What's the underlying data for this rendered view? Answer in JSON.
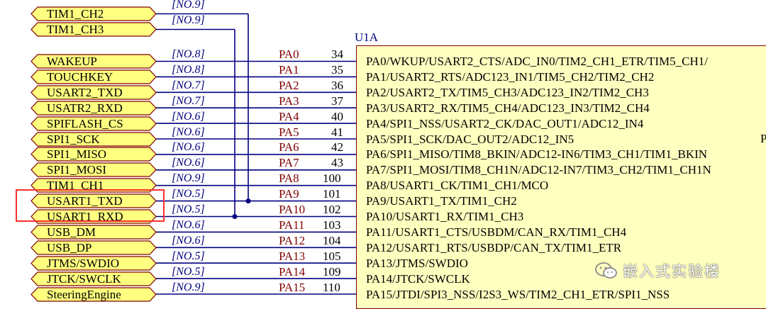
{
  "component": {
    "ref": "U1A",
    "right_edge_letter": "P"
  },
  "top_ports": [
    {
      "label": "TIM1_CH2",
      "net": "[NO.9]"
    },
    {
      "label": "TIM1_CH3",
      "net": "[NO.9]"
    }
  ],
  "pins": [
    {
      "port": "WAKEUP",
      "net": "[NO.8]",
      "pin": "PA0",
      "num": "34",
      "func": "PA0/WKUP/USART2_CTS/ADC_IN0/TIM2_CH1_ETR/TIM5_CH1/"
    },
    {
      "port": "TOUCHKEY",
      "net": "[NO.8]",
      "pin": "PA1",
      "num": "35",
      "func": "PA1/USART2_RTS/ADC123_IN1/TIM5_CH2/TIM2_CH2"
    },
    {
      "port": "USART2_TXD",
      "net": "[NO.7]",
      "pin": "PA2",
      "num": "36",
      "func": "PA2/USART2_TX/TIM5_CH3/ADC123_IN2/TIM2_CH3"
    },
    {
      "port": "USATR2_RXD",
      "net": "[NO.7]",
      "pin": "PA3",
      "num": "37",
      "func": "PA3/USART2_RX/TIM5_CH4/ADC123_IN3/TIM2_CH4"
    },
    {
      "port": "SPIFLASH_CS",
      "net": "[NO.6]",
      "pin": "PA4",
      "num": "40",
      "func": "PA4/SPI1_NSS/USART2_CK/DAC_OUT1/ADC12_IN4"
    },
    {
      "port": "SPI1_SCK",
      "net": "[NO.6]",
      "pin": "PA5",
      "num": "41",
      "func": "PA5/SPI1_SCK/DAC_OUT2/ADC12_IN5"
    },
    {
      "port": "SPI1_MISO",
      "net": "[NO.6]",
      "pin": "PA6",
      "num": "42",
      "func": "PA6/SPI1_MISO/TIM8_BKIN/ADC12-IN6/TIM3_CH1/TIM1_BKIN"
    },
    {
      "port": "SPI1_MOSI",
      "net": "[NO.6]",
      "pin": "PA7",
      "num": "43",
      "func": "PA7/SPI1_MOSI/TIM8_CH1N/ADC12-IN7/TIM3_CH2/TIM1_CH1N"
    },
    {
      "port": "TIM1_CH1",
      "net": "[NO.9]",
      "pin": "PA8",
      "num": "100",
      "func": "PA8/USART1_CK/TIM1_CH1/MCO"
    },
    {
      "port": "USART1_TXD",
      "net": "[NO.5]",
      "pin": "PA9",
      "num": "101",
      "func": "PA9/USART1_TX/TIM1_CH2"
    },
    {
      "port": "USART1_RXD",
      "net": "[NO.5]",
      "pin": "PA10",
      "num": "102",
      "func": "PA10/USART1_RX/TIM1_CH3"
    },
    {
      "port": "USB_DM",
      "net": "[NO.6]",
      "pin": "PA11",
      "num": "103",
      "func": "PA11/USART1_CTS/USBDM/CAN_RX/TIM1_CH4"
    },
    {
      "port": "USB_DP",
      "net": "[NO.6]",
      "pin": "PA12",
      "num": "104",
      "func": "PA12/USART1_RTS/USBDP/CAN_TX/TIM1_ETR"
    },
    {
      "port": "JTMS/SWDIO",
      "net": "[NO.5]",
      "pin": "PA13",
      "num": "105",
      "func": "PA13/JTMS/SWDIO"
    },
    {
      "port": "JTCK/SWCLK",
      "net": "[NO.5]",
      "pin": "PA14",
      "num": "109",
      "func": "PA14/JTCK/SWCLK"
    },
    {
      "port": "SteeringEngine",
      "net": "[NO.9]",
      "pin": "PA15",
      "num": "110",
      "func": "PA15/JTDI/SPI3_NSS/I2S3_WS/TIM2_CH1_ETR/SPI1_NSS"
    }
  ],
  "watermark": {
    "text": "嵌入式实验楼",
    "icon": "wechat-icon"
  },
  "colors": {
    "port_fill": "#ffff80",
    "port_stroke": "#800000",
    "net": "#000080",
    "wire": "#000080",
    "pin_name": "#800000",
    "chip_fill": "#ffffc0",
    "highlight": "#ff3030"
  }
}
